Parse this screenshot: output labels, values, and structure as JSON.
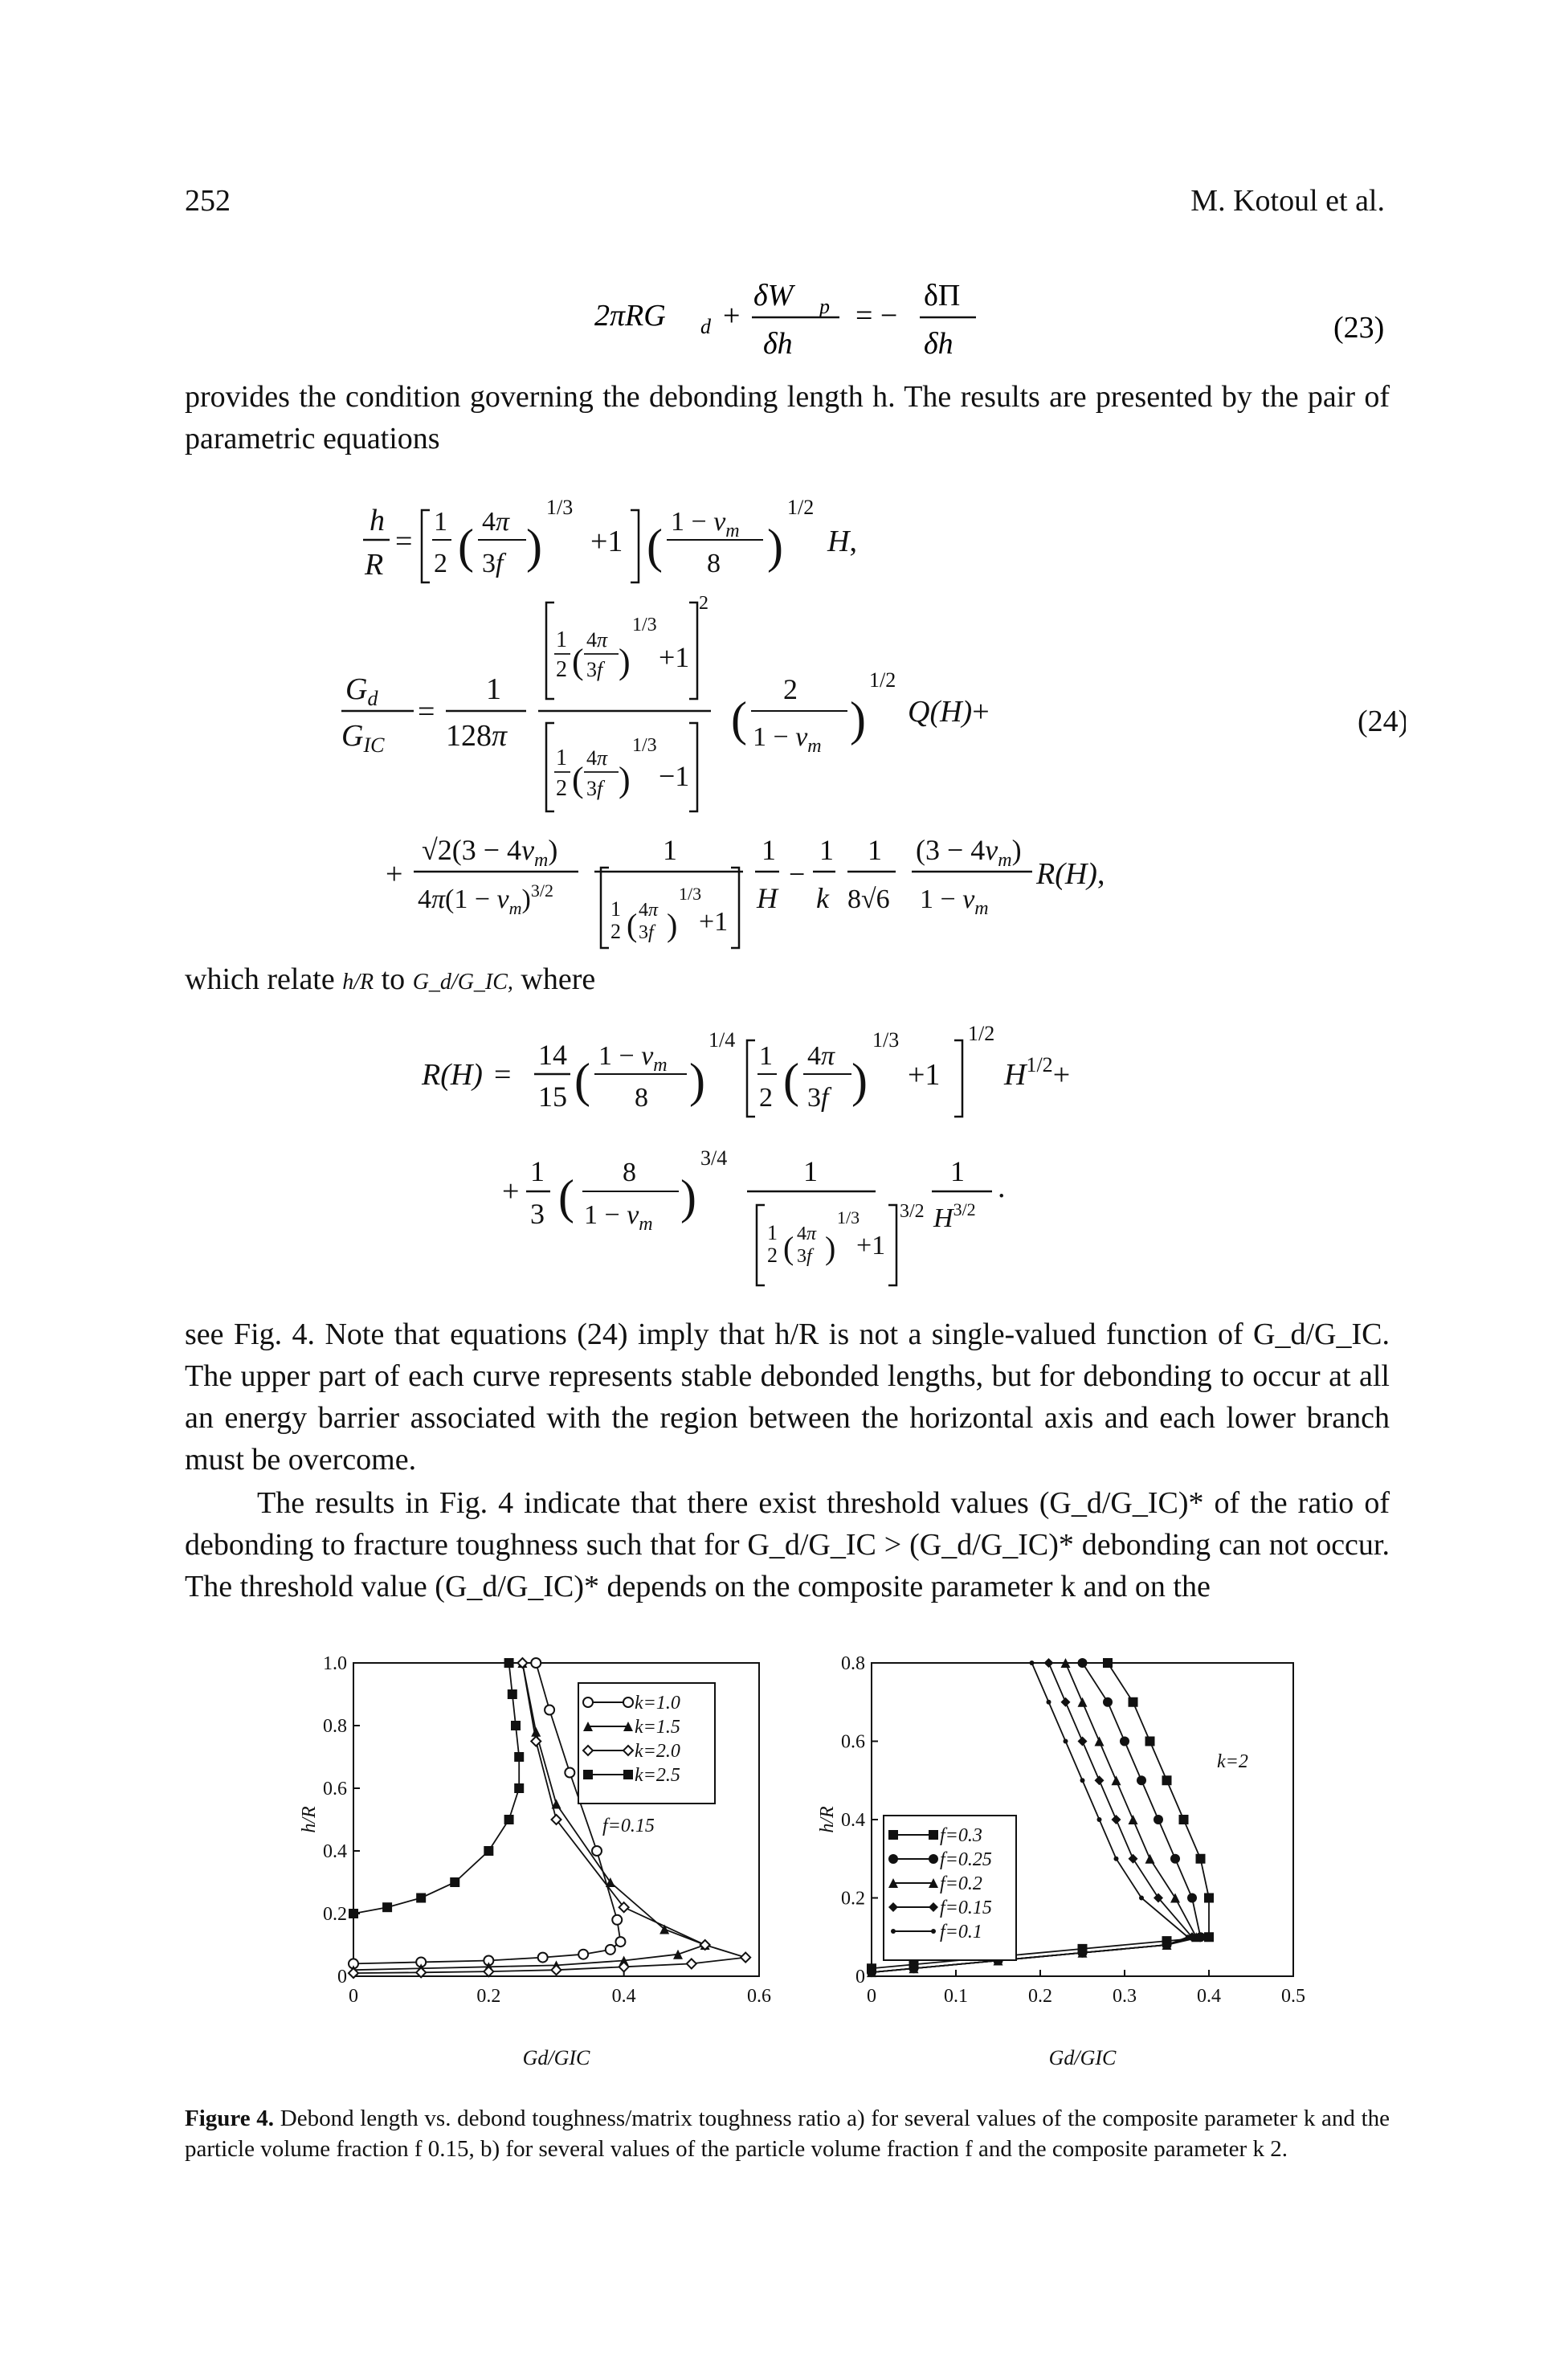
{
  "header": {
    "page_number": "252",
    "authors": "M. Kotoul et al."
  },
  "eq23": {
    "lhs": "2πRG",
    "lhs_sub": "d",
    "plus": "+",
    "num1": "δW",
    "num1_sub": "p",
    "den1": "δh",
    "eq": "= −",
    "num2": "δΠ",
    "den2": "δh",
    "number": "(23)"
  },
  "para1": "provides the condition governing the debonding length h. The results are presented by the pair of parametric equations",
  "eq24": {
    "number": "(24)"
  },
  "para2": {
    "text1": "which relate",
    "frac1": "h/R",
    "text2": "to",
    "frac2": "G_d/G_IC,",
    "text3": "where"
  },
  "para3": "see Fig. 4. Note that equations (24) imply that h/R is not a single-valued function of G_d/G_IC. The upper part of each curve represents stable debonded lengths, but for debonding to occur at all an energy barrier associated with the region between the horizontal axis and each lower branch must be overcome.",
  "para4": "The results in Fig. 4 indicate that there exist threshold values (G_d/G_IC)* of the ratio of debonding to fracture toughness such that for G_d/G_IC > (G_d/G_IC)* debonding can not occur. The threshold value (G_d/G_IC)* depends on the composite parameter k and on the",
  "chart_data": [
    {
      "type": "line",
      "title": "",
      "xlabel": "G_d/G_IC",
      "ylabel": "h/R",
      "xlim": [
        0,
        0.6
      ],
      "ylim": [
        0,
        1.0
      ],
      "xticks": [
        "0",
        "0.2",
        "0.4",
        "0.6"
      ],
      "yticks": [
        "0",
        "0.2",
        "0.4",
        "0.6",
        "0.8",
        "1.0"
      ],
      "legend_position": "top-right",
      "annotation": "f=0.15",
      "series": [
        {
          "name": "k=1.0",
          "marker": "open-circle",
          "x": [
            0.0,
            0.1,
            0.2,
            0.28,
            0.34,
            0.38,
            0.395,
            0.39,
            0.36,
            0.32,
            0.29,
            0.27
          ],
          "y": [
            0.04,
            0.045,
            0.05,
            0.06,
            0.07,
            0.085,
            0.11,
            0.18,
            0.4,
            0.65,
            0.85,
            1.0
          ]
        },
        {
          "name": "k=1.5",
          "marker": "filled-triangle",
          "x": [
            0.0,
            0.1,
            0.2,
            0.3,
            0.4,
            0.48,
            0.52,
            0.46,
            0.38,
            0.3,
            0.27,
            0.25
          ],
          "y": [
            0.02,
            0.025,
            0.03,
            0.035,
            0.05,
            0.07,
            0.1,
            0.15,
            0.3,
            0.55,
            0.78,
            1.0
          ]
        },
        {
          "name": "k=2.0",
          "marker": "open-diamond",
          "x": [
            0.0,
            0.1,
            0.2,
            0.3,
            0.4,
            0.5,
            0.58,
            0.52,
            0.4,
            0.3,
            0.27,
            0.25
          ],
          "y": [
            0.01,
            0.012,
            0.015,
            0.02,
            0.03,
            0.04,
            0.06,
            0.1,
            0.22,
            0.5,
            0.75,
            1.0
          ]
        },
        {
          "name": "k=2.5",
          "marker": "filled-square",
          "x": [
            0.0,
            0.05,
            0.1,
            0.15,
            0.2,
            0.23,
            0.245,
            0.245,
            0.24,
            0.235,
            0.23
          ],
          "y": [
            0.2,
            0.22,
            0.25,
            0.3,
            0.4,
            0.5,
            0.6,
            0.7,
            0.8,
            0.9,
            1.0
          ]
        }
      ]
    },
    {
      "type": "line",
      "title": "",
      "xlabel": "G_d/G_IC",
      "ylabel": "h/R",
      "xlim": [
        0,
        0.5
      ],
      "ylim": [
        0,
        0.8
      ],
      "xticks": [
        "0",
        "0.1",
        "0.2",
        "0.3",
        "0.4",
        "0.5"
      ],
      "yticks": [
        "0",
        "0.2",
        "0.4",
        "0.6",
        "0.8"
      ],
      "legend_position": "lower-left",
      "annotation": "k=2",
      "series": [
        {
          "name": "f=0.3",
          "marker": "filled-square",
          "x": [
            0.28,
            0.31,
            0.33,
            0.35,
            0.37,
            0.39,
            0.4,
            0.4,
            0.35,
            0.25,
            0.15,
            0.05,
            0.0
          ],
          "y": [
            0.8,
            0.7,
            0.6,
            0.5,
            0.4,
            0.3,
            0.2,
            0.1,
            0.09,
            0.07,
            0.05,
            0.03,
            0.02
          ]
        },
        {
          "name": "f=0.25",
          "marker": "filled-circle",
          "x": [
            0.25,
            0.28,
            0.3,
            0.32,
            0.34,
            0.36,
            0.38,
            0.39,
            0.35,
            0.25,
            0.15,
            0.05,
            0.0
          ],
          "y": [
            0.8,
            0.7,
            0.6,
            0.5,
            0.4,
            0.3,
            0.2,
            0.1,
            0.08,
            0.06,
            0.04,
            0.02,
            0.01
          ]
        },
        {
          "name": "f=0.2",
          "marker": "filled-triangle",
          "x": [
            0.23,
            0.25,
            0.27,
            0.29,
            0.31,
            0.33,
            0.36,
            0.385,
            0.35,
            0.25,
            0.15,
            0.05,
            0.0
          ],
          "y": [
            0.8,
            0.7,
            0.6,
            0.5,
            0.4,
            0.3,
            0.2,
            0.1,
            0.08,
            0.06,
            0.04,
            0.02,
            0.01
          ]
        },
        {
          "name": "f=0.15",
          "marker": "filled-diamond",
          "x": [
            0.21,
            0.23,
            0.25,
            0.27,
            0.29,
            0.31,
            0.34,
            0.38,
            0.35,
            0.25,
            0.15,
            0.05,
            0.0
          ],
          "y": [
            0.8,
            0.7,
            0.6,
            0.5,
            0.4,
            0.3,
            0.2,
            0.1,
            0.08,
            0.06,
            0.04,
            0.02,
            0.01
          ]
        },
        {
          "name": "f=0.1",
          "marker": "small-dot",
          "x": [
            0.19,
            0.21,
            0.23,
            0.25,
            0.27,
            0.29,
            0.32,
            0.375,
            0.35,
            0.25,
            0.15,
            0.05,
            0.0
          ],
          "y": [
            0.8,
            0.7,
            0.6,
            0.5,
            0.4,
            0.3,
            0.2,
            0.1,
            0.08,
            0.06,
            0.04,
            0.02,
            0.01
          ]
        }
      ]
    }
  ],
  "caption": {
    "label": "Figure 4.",
    "text": "Debond length vs. debond toughness/matrix toughness ratio a) for several values of the composite parameter k and the particle volume fraction f   0.15, b) for several values of the particle volume fraction f and the composite parameter k   2."
  }
}
